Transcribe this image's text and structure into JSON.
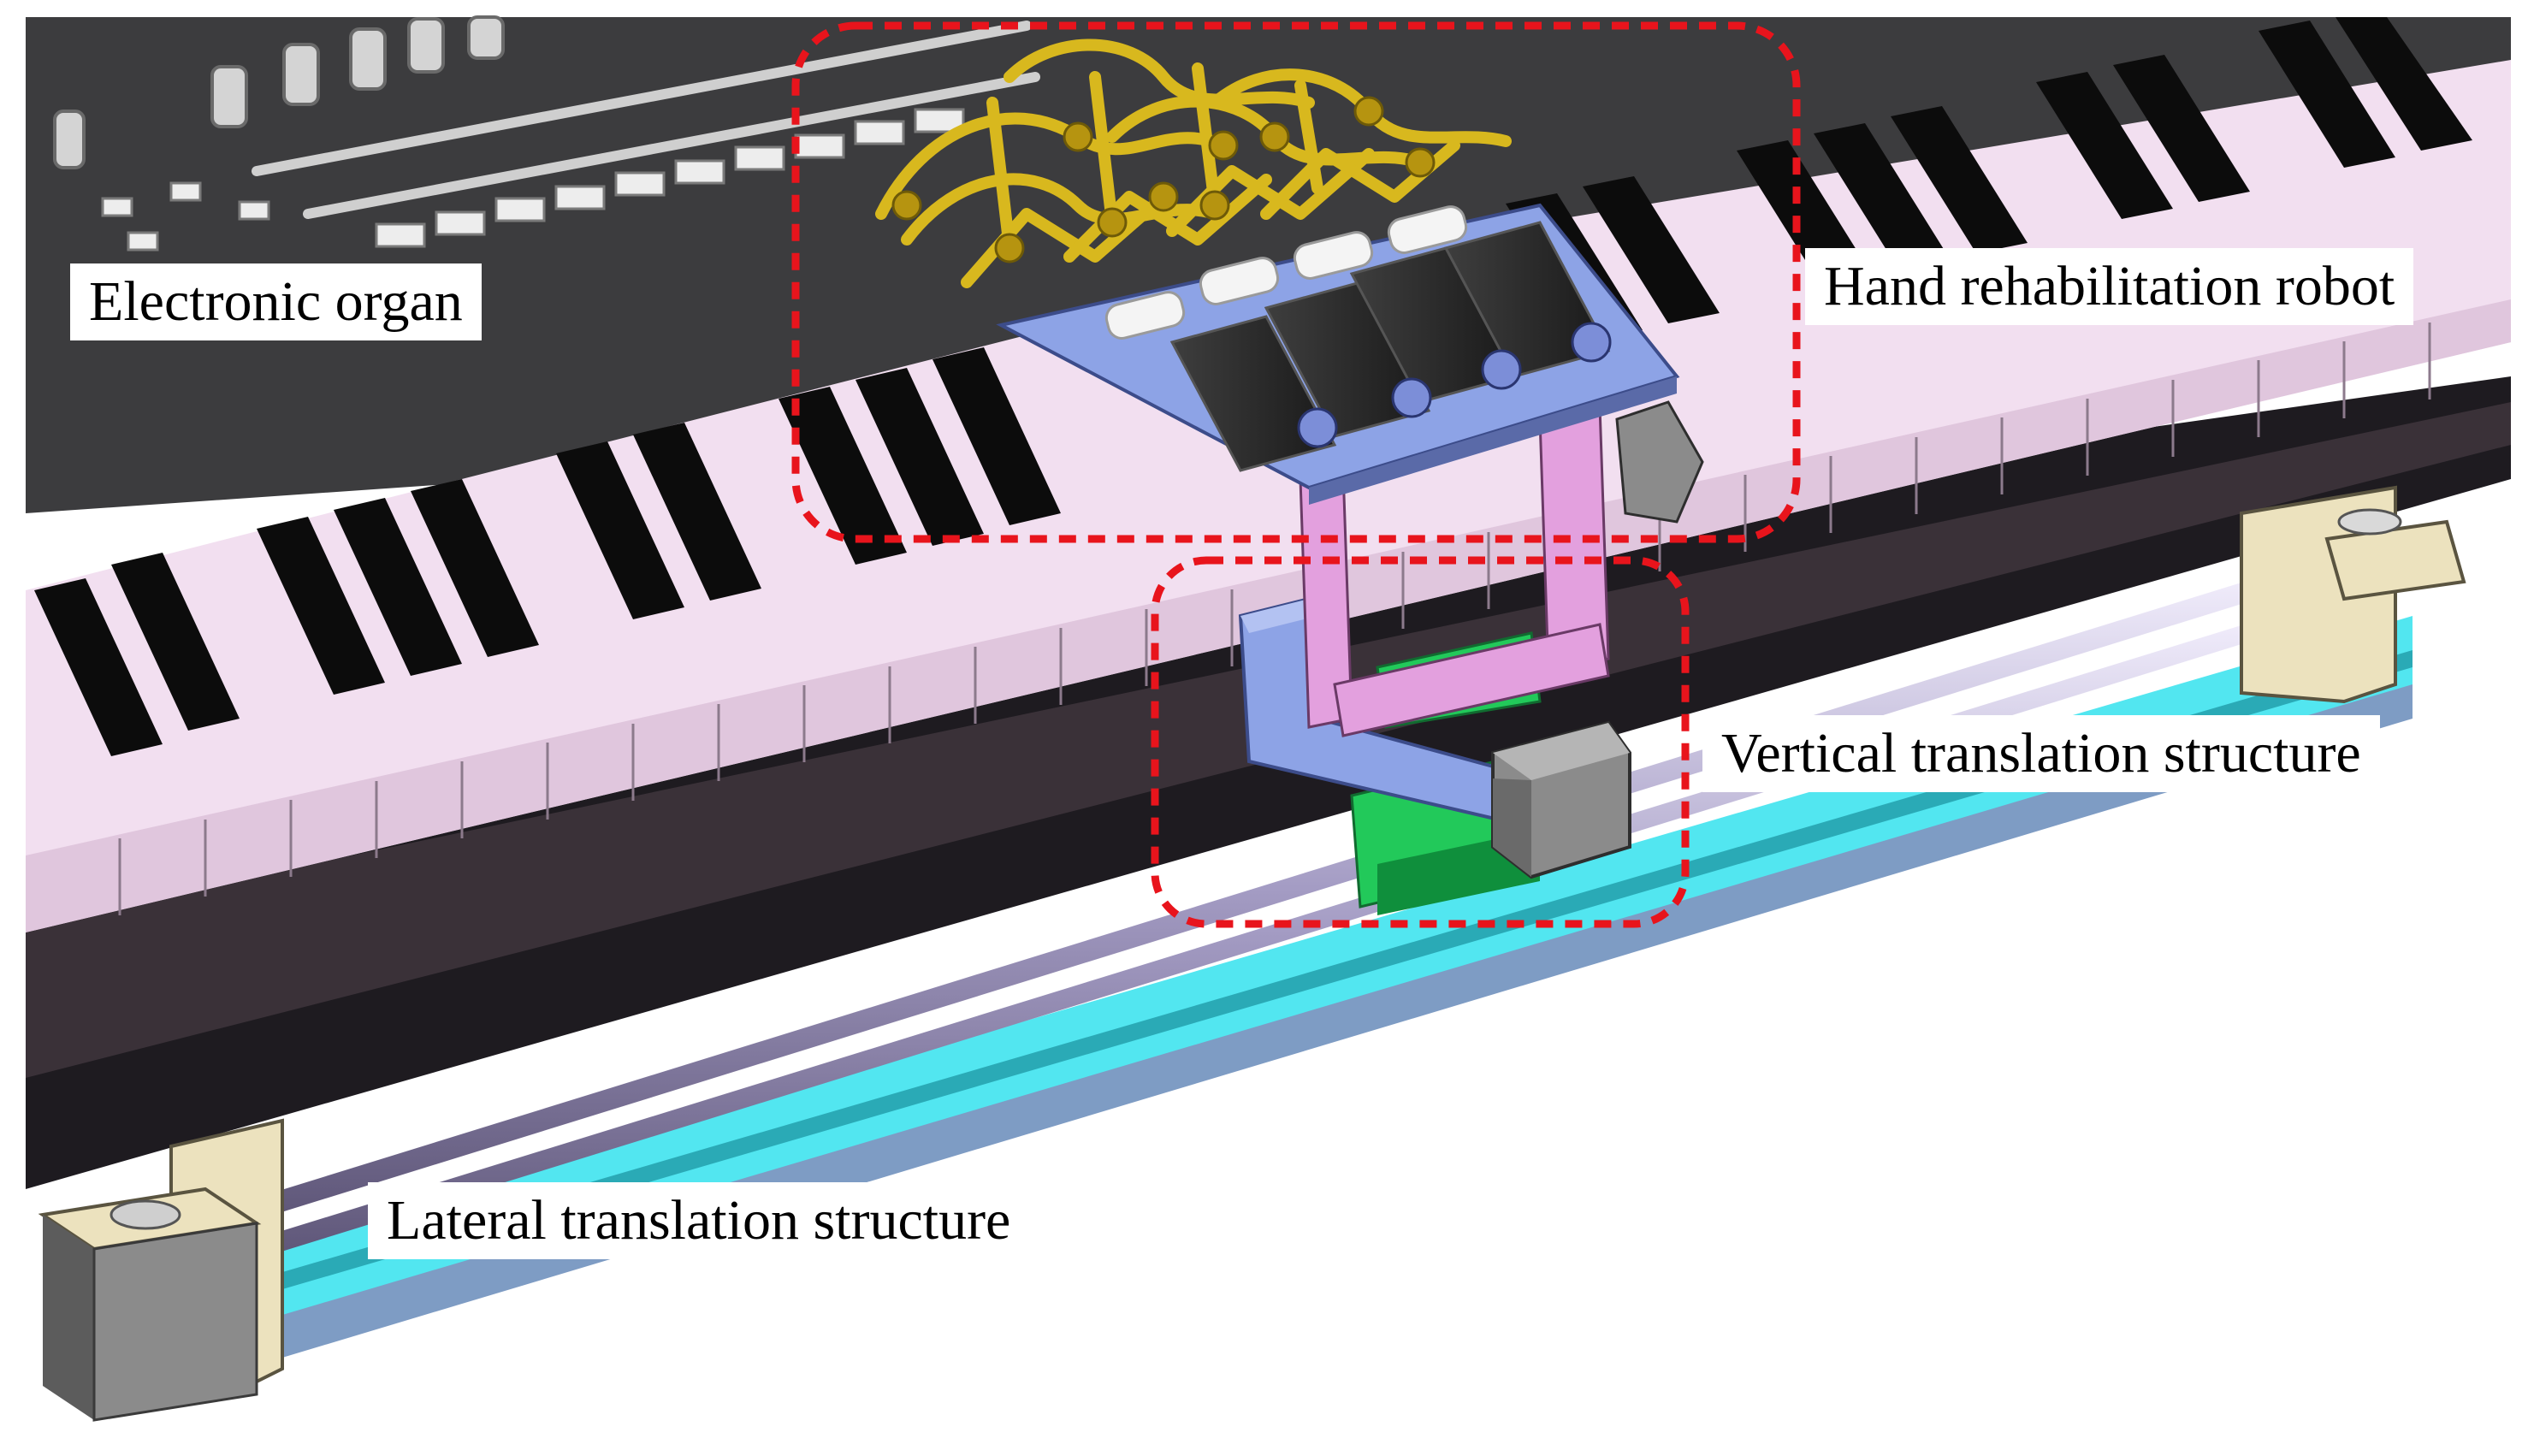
{
  "labels": {
    "organ": "Electronic organ",
    "hand_robot": "Hand rehabilitation robot",
    "vertical": "Vertical translation structure",
    "lateral": "Lateral translation structure"
  },
  "colors": {
    "highlight_box": "#e8141c",
    "organ_body": "#3c3c3e",
    "white_key": "#f2dff0",
    "black_key": "#0c0c0c",
    "rail_cyan": "#52e6f0",
    "rail_blue": "#7e9cc4",
    "slider_green": "#22c95a",
    "frame_pink": "#e3a0de",
    "plate_blue": "#8da3e6",
    "robot_gold": "#d8b81e",
    "motor_gray": "#8b8b8b",
    "bracket_beige": "#ece2be"
  }
}
